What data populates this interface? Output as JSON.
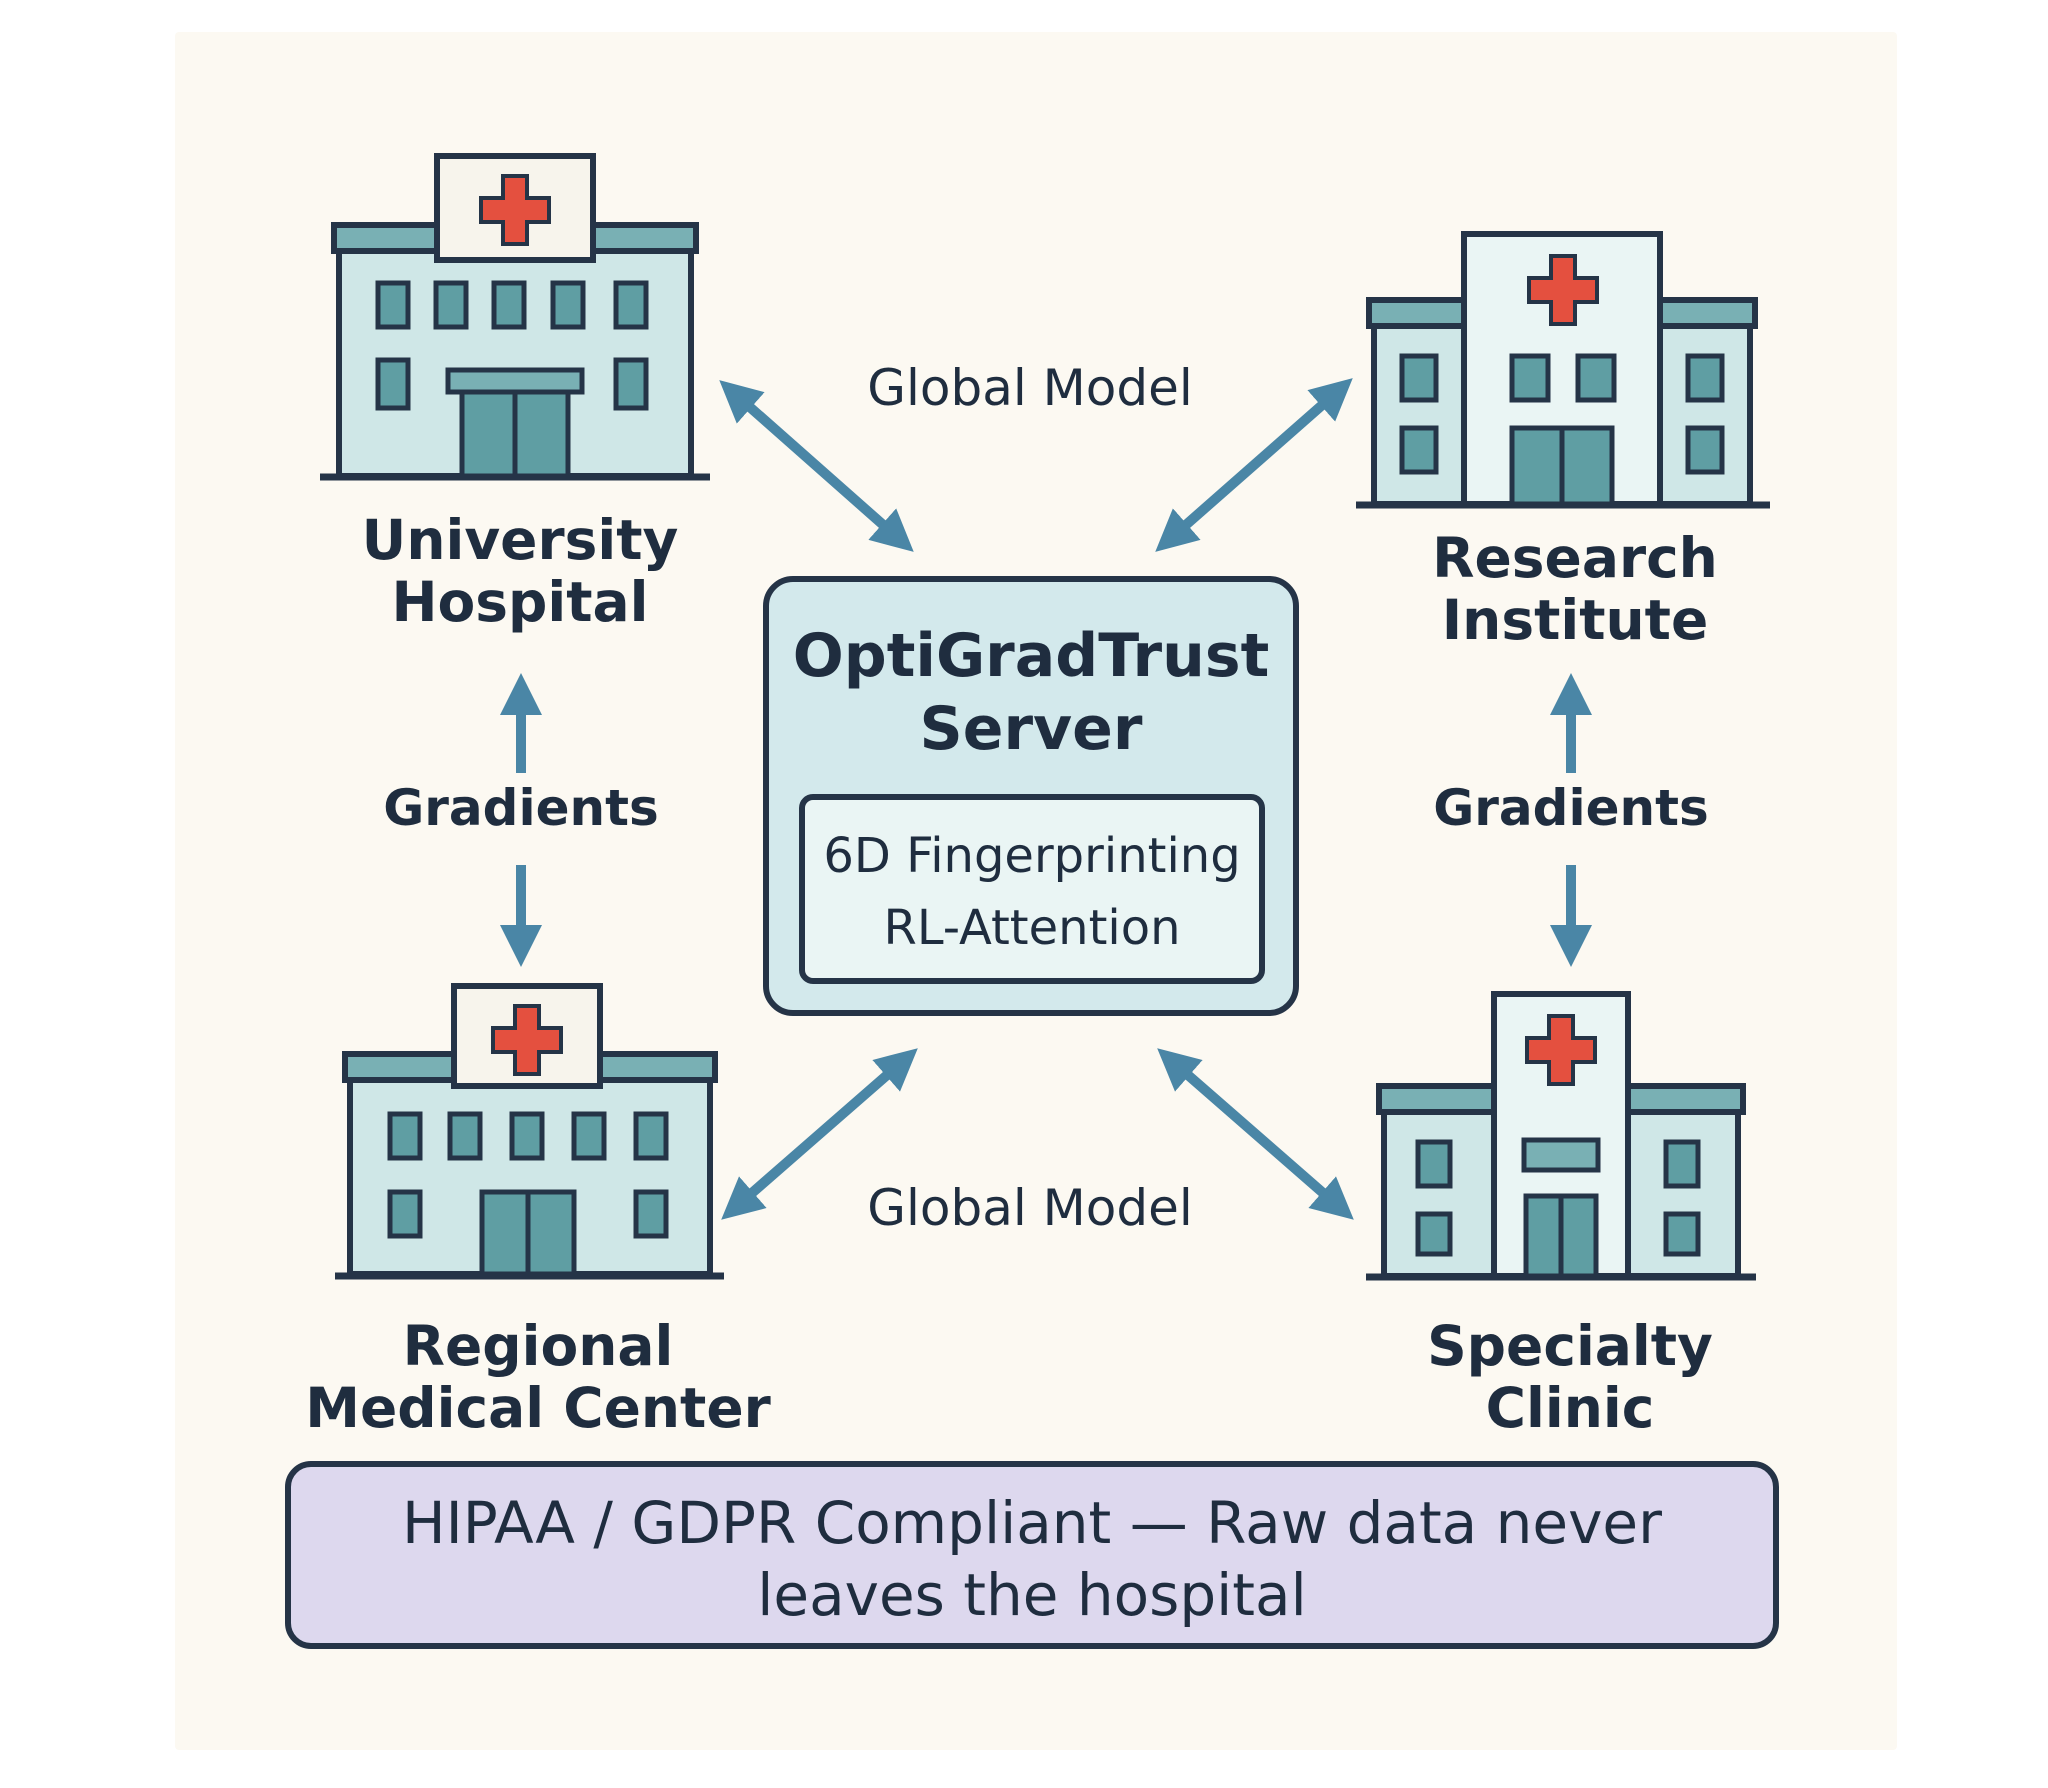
{
  "server": {
    "title_line1": "OptiGradTrust",
    "title_line2": "Server",
    "module_line1": "6D Fingerprinting",
    "module_line2": "RL-Attention"
  },
  "nodes": {
    "university": {
      "line1": "University",
      "line2": "Hospital"
    },
    "research": {
      "line1": "Research",
      "line2": "Institute"
    },
    "regional": {
      "line1": "Regional",
      "line2": "Medical Center"
    },
    "specialty": {
      "line1": "Specialty",
      "line2": "Clinic"
    }
  },
  "flows": {
    "global_model_top": "Global Model",
    "global_model_bottom": "Global Model",
    "gradients_left": "Gradients",
    "gradients_right": "Gradients"
  },
  "compliance": {
    "line1": "HIPAA / GDPR Compliant — Raw data never",
    "line2": "leaves the hospital"
  },
  "colors": {
    "arrow": "#4a86a6",
    "outline": "#253447",
    "building": "#cfe7e7",
    "window": "#5f9ea3",
    "cross": "#e4503f",
    "server_fill": "#d3e9ec",
    "compliance_fill": "#ddd8ee",
    "background": "#fcf9f2"
  },
  "icons": [
    "hospital-building-icon",
    "medical-cross-icon",
    "double-arrow-icon",
    "arrow-up-icon",
    "arrow-down-icon"
  ]
}
